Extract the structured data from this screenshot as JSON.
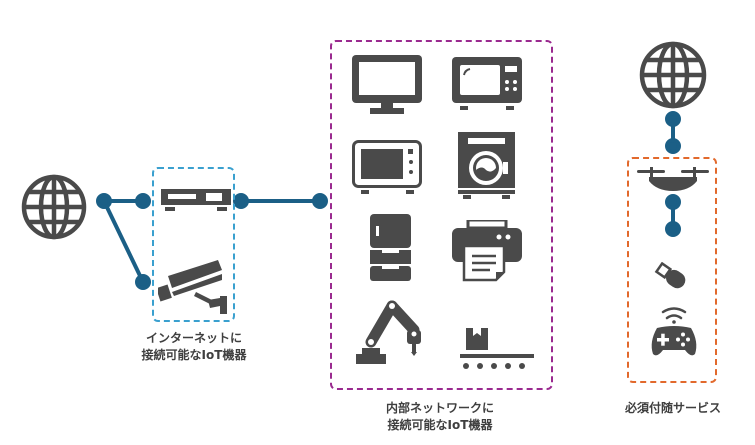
{
  "diagram": {
    "colors": {
      "icon": "#4a4a4a",
      "connector": "#1b5f86",
      "group_internet_iot": "#3aa0cf",
      "group_internal": "#9a2a8f",
      "group_services": "#e2692c"
    },
    "groups": [
      {
        "id": "internet-iot",
        "label": "インターネットに\n接続可能なIoT機器",
        "devices": [
          "set-top-box",
          "security-camera"
        ]
      },
      {
        "id": "internal-network",
        "label": "内部ネットワークに\n接続可能なIoT機器",
        "devices": [
          "monitor",
          "microwave-oven",
          "microwave",
          "washing-machine",
          "refrigerator",
          "printer",
          "robot-arm",
          "conveyor-belt"
        ]
      },
      {
        "id": "bundled-services",
        "label": "必須付随サービス",
        "devices": [
          "drone",
          "usb-stick",
          "game-controller"
        ]
      }
    ],
    "nodes": [
      "globe-left",
      "globe-right"
    ]
  }
}
